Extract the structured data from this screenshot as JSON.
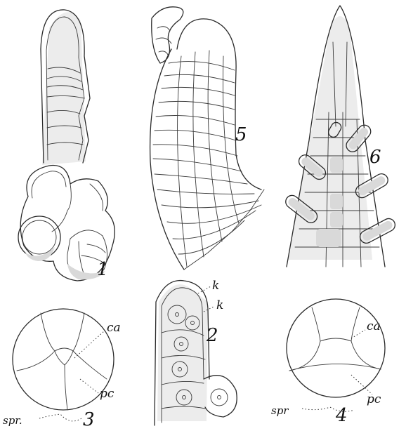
{
  "figures": {
    "fig1": {
      "number": "1"
    },
    "fig2": {
      "number": "2",
      "labels": {
        "k_upper": "k",
        "k_lower": "k"
      }
    },
    "fig3": {
      "number": "3",
      "labels": {
        "ca": "ca",
        "pc": "pc",
        "spr": "spr."
      }
    },
    "fig4": {
      "number": "4",
      "labels": {
        "ca": "ca",
        "pc": "pc",
        "spr": "spr"
      }
    },
    "fig5": {
      "number": "5"
    },
    "fig6": {
      "number": "6"
    }
  }
}
